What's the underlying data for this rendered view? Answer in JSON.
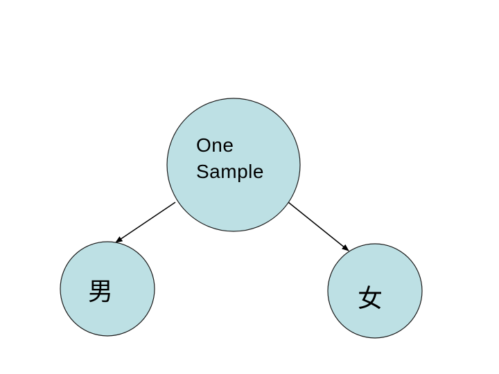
{
  "diagram": {
    "root": {
      "line1": "One",
      "line2": "Sample"
    },
    "left_child": {
      "label": "男"
    },
    "right_child": {
      "label": "女"
    },
    "colors": {
      "node_fill": "#bde0e4",
      "node_stroke": "#1a1a1a",
      "edge": "#000000"
    }
  }
}
